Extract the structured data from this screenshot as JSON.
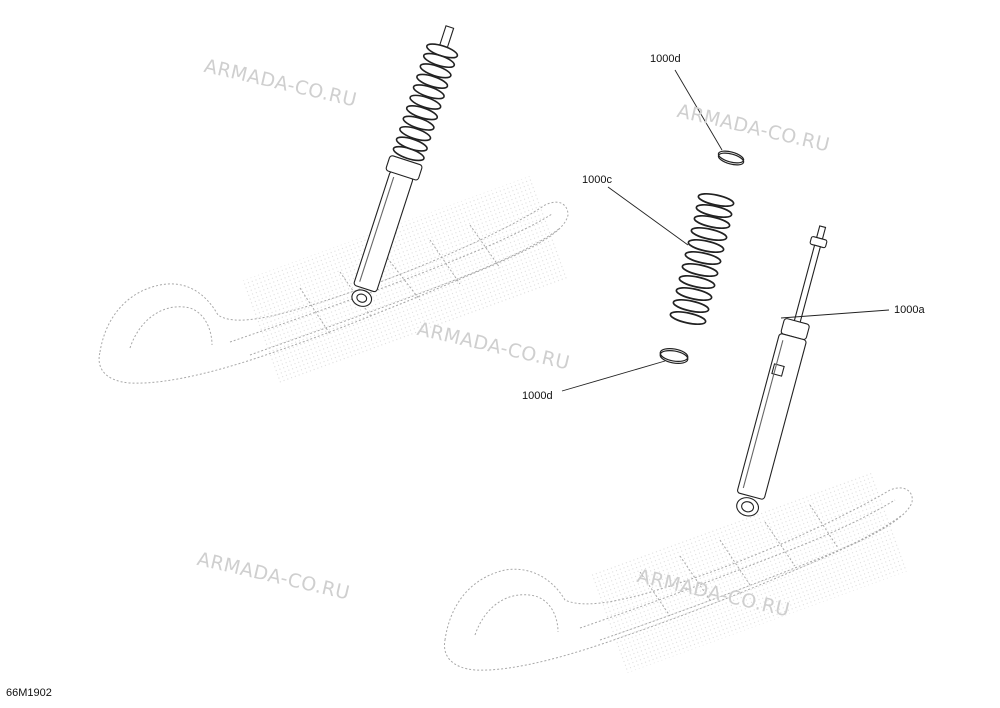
{
  "diagram": {
    "figure_id": "66M1902",
    "watermark": "ARMADA-CO.RU",
    "callouts": {
      "part_a": "1000a",
      "part_c": "1000c",
      "part_d_top": "1000d",
      "part_d_bottom": "1000d"
    }
  }
}
